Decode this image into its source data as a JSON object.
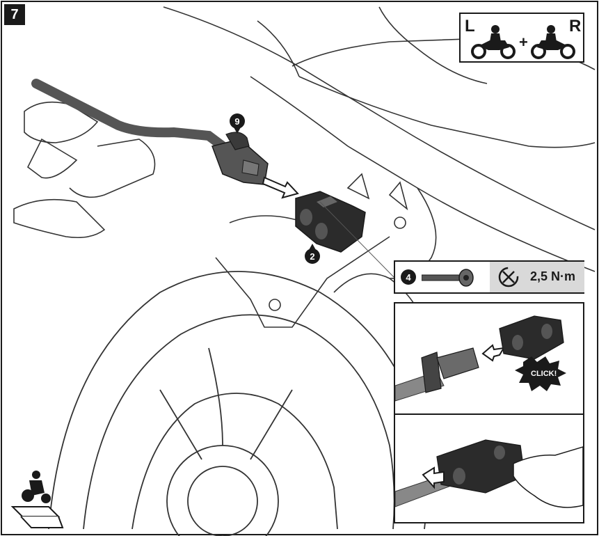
{
  "step": {
    "number": "7"
  },
  "sides": {
    "left_label": "L",
    "plus": "+",
    "right_label": "R"
  },
  "callouts": {
    "part_holder": "9",
    "part_bracket": "2",
    "part_screw": "4"
  },
  "torque": {
    "value": "2,5 N·m"
  },
  "detail": {
    "click_label": "CLICK!"
  },
  "icons": {
    "step_icon": "step-number-badge",
    "sides_icon": "motorcycle-left-right-icon",
    "torque_icon": "torque-wrench-icon",
    "orientation_icon": "motorcycle-rear-view-icon"
  },
  "colors": {
    "ink": "#1a1a1a",
    "part_fill": "#555555",
    "part_dark": "#2b2b2b",
    "panel_gray": "#d9d9d9"
  }
}
